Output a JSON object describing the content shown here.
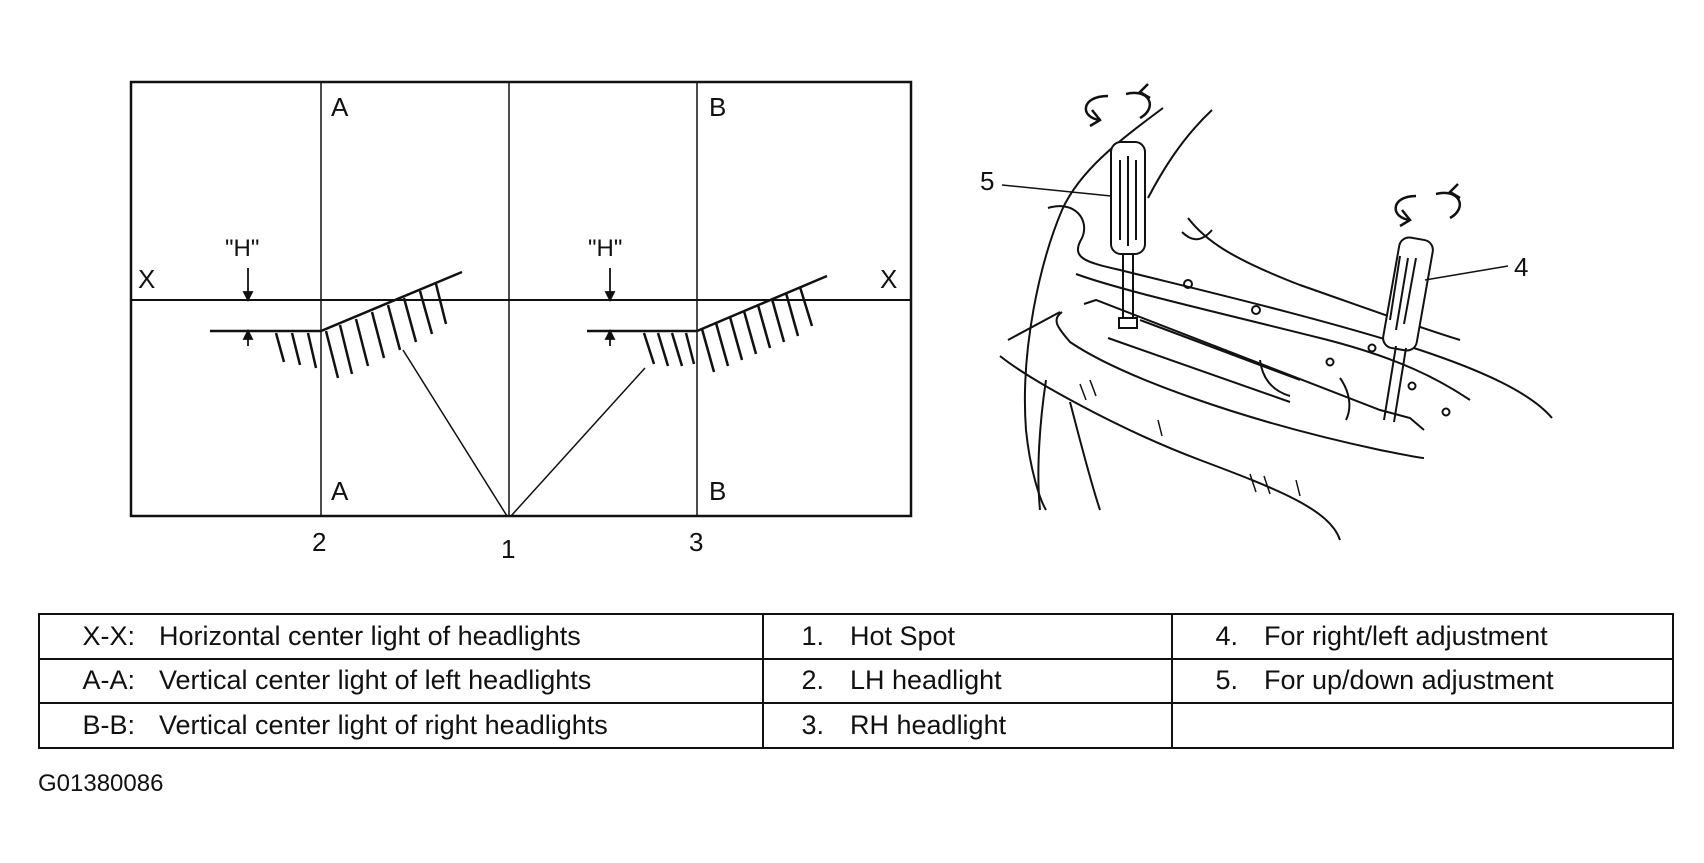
{
  "aim_chart": {
    "axis_x_left": "X",
    "axis_x_right": "X",
    "axis_a_top": "A",
    "axis_a_bottom": "A",
    "axis_b_top": "B",
    "axis_b_bottom": "B",
    "h_label_left": "\"H\"",
    "h_label_right": "\"H\"",
    "callout_2": "2",
    "callout_1": "1",
    "callout_3": "3"
  },
  "adjuster": {
    "callout_5": "5",
    "callout_4": "4"
  },
  "legend": {
    "rows": [
      {
        "col1_code": "X-X:",
        "col1_desc": "Horizontal center light of headlights",
        "col2_code": "1.",
        "col2_desc": "Hot Spot",
        "col3_code": "4.",
        "col3_desc": "For right/left adjustment"
      },
      {
        "col1_code": "A-A:",
        "col1_desc": "Vertical center light of left headlights",
        "col2_code": "2.",
        "col2_desc": "LH headlight",
        "col3_code": "5.",
        "col3_desc": "For up/down adjustment"
      },
      {
        "col1_code": "B-B:",
        "col1_desc": "Vertical center light of right headlights",
        "col2_code": "3.",
        "col2_desc": "RH headlight",
        "col3_code": "",
        "col3_desc": ""
      }
    ]
  },
  "figure_id": "G01380086"
}
